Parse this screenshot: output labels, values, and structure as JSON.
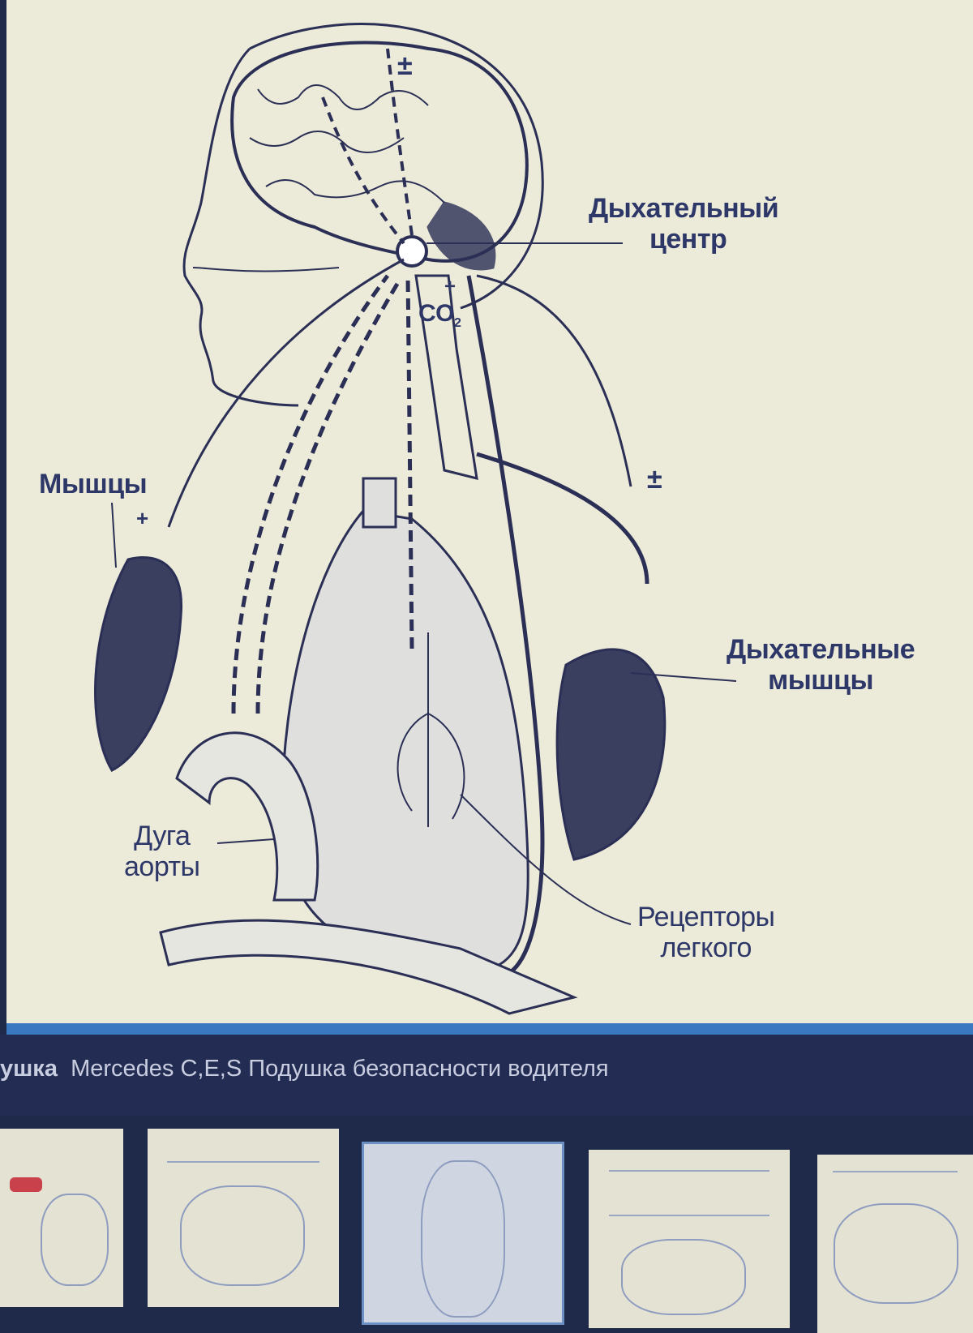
{
  "diagram": {
    "labels": {
      "resp_center_1": "Дыхательный",
      "resp_center_2": "центр",
      "muscles": "Мышцы",
      "co2": "CO",
      "co2_sub": "2",
      "resp_muscles_1": "Дыхательные",
      "resp_muscles_2": "мышцы",
      "aorta_1": "Дуга",
      "aorta_2": "аорты",
      "receptors_1": "Рецепторы",
      "receptors_2": "легкого",
      "pm_top": "±",
      "pm_right": "±",
      "plus_left": "+",
      "plus_center": "+"
    }
  },
  "caption": {
    "prefix": "ушка",
    "text": "Mercedes C,E,S Подушка безопасности водителя"
  },
  "thumbnails": [
    {
      "name": "thumbnail-1"
    },
    {
      "name": "thumbnail-2"
    },
    {
      "name": "thumbnail-3",
      "selected": true
    },
    {
      "name": "thumbnail-4"
    },
    {
      "name": "thumbnail-5"
    }
  ]
}
